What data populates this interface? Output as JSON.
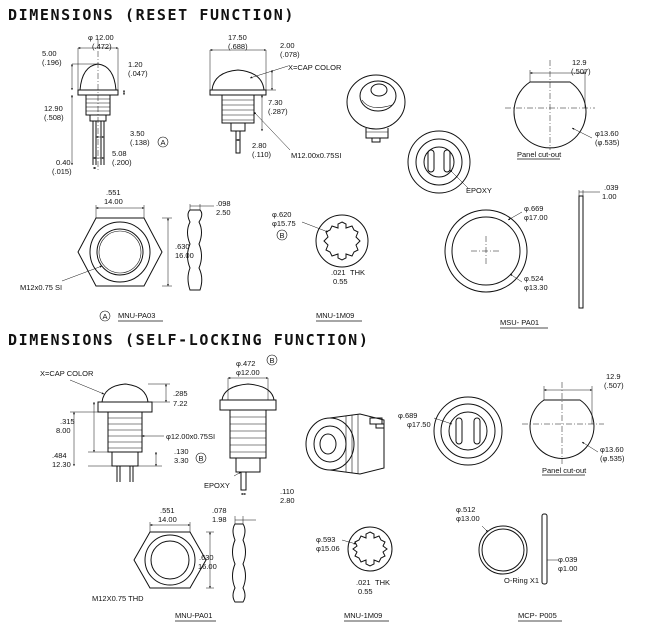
{
  "titles": {
    "reset": "DIMENSIONS (RESET FUNCTION)",
    "self_locking": "DIMENSIONS (SELF-LOCKING FUNCTION)"
  },
  "reset": {
    "side_view": {
      "d1": "φ 12.00",
      "d1_in": "(.472)",
      "d2": "5.00",
      "d2_in": "(.196)",
      "d3": "1.20",
      "d3_in": "(.047)",
      "d4": "12.90",
      "d4_in": "(.508)",
      "d5": "3.50",
      "d5_in": "(.138)",
      "d6": "5.08",
      "d6_in": "(.200)",
      "d7": "0.40",
      "d7_in": "(.015)",
      "mark_a": "A"
    },
    "profile_view": {
      "d1": "17.50",
      "d1_in": "(.688)",
      "d2": "2.00",
      "d2_in": "(.078)",
      "cap_note": "X=CAP COLOR",
      "d3": "7.30",
      "d3_in": "(.287)",
      "d4": "2.80",
      "d4_in": "(.110)",
      "thread": "M12.00x0.75SI"
    },
    "cutout": {
      "d1": "12.9",
      "d1_in": "(.507)",
      "d2": "φ13.60",
      "d2_in": "(φ.535)",
      "label": "Panel cut-out"
    },
    "epoxy": "EPOXY",
    "nut": {
      "w1": ".551",
      "w2": "14.00",
      "h1": ".630",
      "h2": "16.00",
      "t1": ".098",
      "t2": "2.50",
      "thread": "M12x0.75 SI",
      "mark": "A",
      "part": "MNU-PA03"
    },
    "washer": {
      "d1": "φ.620",
      "d2": "φ15.75",
      "mark": "B",
      "thk1": ".021",
      "thk_word": "THK",
      "thk2": "0.55",
      "part": "MNU-1M09"
    },
    "seal": {
      "d1": "φ.669",
      "d2": "φ17.00",
      "d3": "φ.524",
      "d4": "φ13.30",
      "t1": ".039",
      "t2": "1.00",
      "part": "MSU- PA01"
    }
  },
  "self_locking": {
    "side_view": {
      "cap_note": "X=CAP COLOR",
      "d1": ".285",
      "d1_mm": "7.22",
      "d2": ".315",
      "d2_mm": "8.00",
      "thread": "φ12.00x0.75SI",
      "d3": ".484",
      "d3_mm": "12.30",
      "d4": ".130",
      "d4_mm": "3.30",
      "mark_b": "B"
    },
    "profile_view": {
      "d1": "φ.472",
      "d1_mm": "φ12.00",
      "mark_b": "B",
      "epoxy": "EPOXY",
      "d2": ".110",
      "d2_mm": "2.80"
    },
    "top_view": {
      "d1": "φ.689",
      "d2": "φ17.50"
    },
    "cutout": {
      "d1": "12.9",
      "d1_in": "(.507)",
      "d2": "φ13.60",
      "d2_in": "(φ.535)",
      "label": "Panel cut-out"
    },
    "nut": {
      "w1": ".551",
      "w2": "14.00",
      "h1": ".630",
      "h2": "16.00",
      "t1": ".078",
      "t2": "1.98",
      "thread": "M12X0.75 THD",
      "part": "MNU-PA01"
    },
    "washer": {
      "d1": "φ.593",
      "d2": "φ15.06",
      "thk1": ".021",
      "thk_word": "THK",
      "thk2": "0.55",
      "part": "MNU-1M09"
    },
    "oring": {
      "d1": "φ.512",
      "d2": "φ13.00",
      "t1": "φ.039",
      "t2": "φ1.00",
      "label": "O-Ring X1",
      "part": "MCP- P005"
    }
  }
}
